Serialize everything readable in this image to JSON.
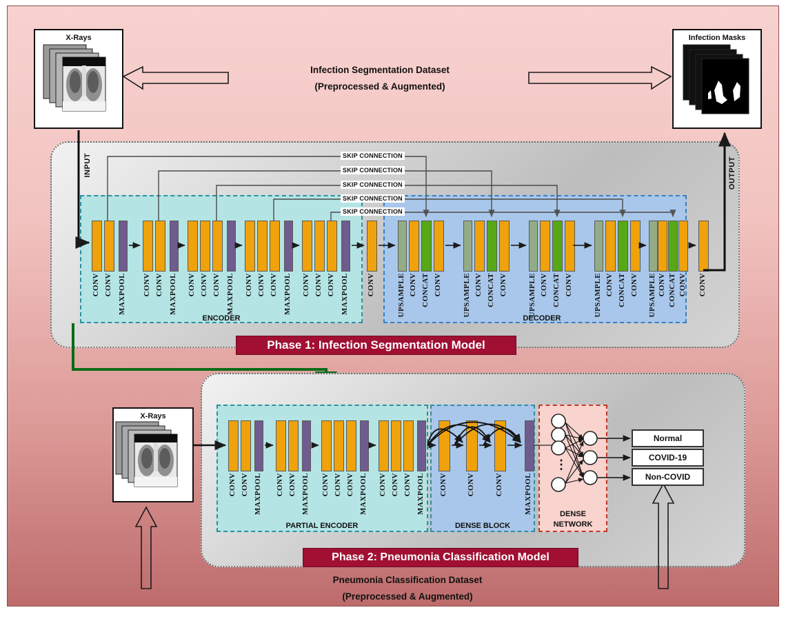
{
  "figure": {
    "background_top": "#f7d2cf",
    "background_bottom": "#bd6c6c",
    "accent_banner": "#a10f33",
    "conv_color": "#efa20b",
    "maxpool_color": "#6f5b8e",
    "upsample_color": "#93ac86",
    "concat_color": "#57a814",
    "encoder_bg": "#b5e4e4",
    "decoder_bg": "#a9c7ea",
    "dense_network_bg": "#f9d3ce"
  },
  "top": {
    "xray_card_caption": "X-Rays",
    "mask_card_caption": "Infection Masks",
    "dataset_title_line1": "Infection Segmentation Dataset",
    "dataset_title_line2": "(Preprocessed & Augmented)"
  },
  "phase1": {
    "banner": "Phase 1: Infection Segmentation  Model",
    "input_label": "INPUT",
    "output_label": "OUTPUT",
    "encoder_label": "ENCODER",
    "decoder_label": "DECODER",
    "skip_labels": [
      "SKIP CONNECTION",
      "SKIP CONNECTION",
      "SKIP CONNECTION",
      "SKIP CONNECTION",
      "SKIP CONNECTION"
    ],
    "encoder_blocks": [
      {
        "layers": [
          "CONV",
          "CONV",
          "MAXPOOL"
        ]
      },
      {
        "layers": [
          "CONV",
          "CONV",
          "MAXPOOL"
        ]
      },
      {
        "layers": [
          "CONV",
          "CONV",
          "CONV",
          "MAXPOOL"
        ]
      },
      {
        "layers": [
          "CONV",
          "CONV",
          "CONV",
          "MAXPOOL"
        ]
      },
      {
        "layers": [
          "CONV",
          "CONV",
          "CONV",
          "MAXPOOL"
        ]
      }
    ],
    "bottleneck": {
      "layers": [
        "CONV"
      ]
    },
    "decoder_blocks": [
      {
        "layers": [
          "UPSAMPLE",
          "CONV",
          "CONCAT",
          "CONV"
        ]
      },
      {
        "layers": [
          "UPSAMPLE",
          "CONV",
          "CONCAT",
          "CONV"
        ]
      },
      {
        "layers": [
          "UPSAMPLE",
          "CONV",
          "CONCAT",
          "CONV"
        ]
      },
      {
        "layers": [
          "UPSAMPLE",
          "CONV",
          "CONCAT",
          "CONV"
        ]
      },
      {
        "layers": [
          "UPSAMPLE",
          "CONV",
          "CONCAT",
          "CONV"
        ]
      }
    ],
    "final": {
      "layers": [
        "CONV"
      ]
    }
  },
  "phase2": {
    "banner": "Phase 2: Pneumonia Classification Model",
    "xray_card_caption": "X-Rays",
    "partial_encoder_label": "PARTIAL ENCODER",
    "dense_block_label": "DENSE BLOCK",
    "dense_network_label_line1": "DENSE",
    "dense_network_label_line2": "NETWORK",
    "partial_encoder_blocks": [
      {
        "layers": [
          "CONV",
          "CONV",
          "MAXPOOL"
        ]
      },
      {
        "layers": [
          "CONV",
          "CONV",
          "MAXPOOL"
        ]
      },
      {
        "layers": [
          "CONV",
          "CONV",
          "CONV",
          "MAXPOOL"
        ]
      },
      {
        "layers": [
          "CONV",
          "CONV",
          "CONV",
          "MAXPOOL"
        ]
      }
    ],
    "dense_block": {
      "layers": [
        "CONV",
        "CONV",
        "CONV",
        "MAXPOOL"
      ]
    },
    "dense_network": {
      "input_nodes": 4,
      "output_nodes": 3,
      "ellipsis": "⋮"
    },
    "classes": [
      "Normal",
      "COVID-19",
      "Non-COVID"
    ],
    "dataset_title_line1": "Pneumonia Classification Dataset",
    "dataset_title_line2": "(Preprocessed & Augmented)"
  }
}
